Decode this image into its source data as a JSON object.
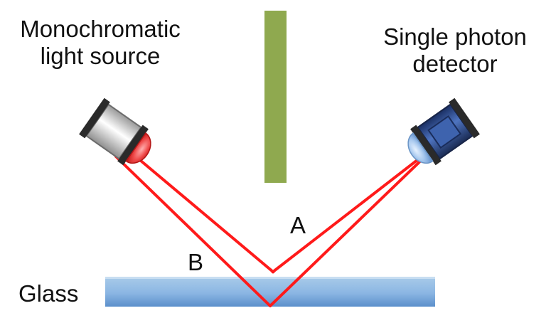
{
  "labels": {
    "source_line1": "Monochromatic",
    "source_line2": "light source",
    "detector_line1": "Single photon",
    "detector_line2": "detector",
    "glass": "Glass",
    "path_a": "A",
    "path_b": "B"
  },
  "colors": {
    "beam": "#ff1a1a",
    "barrier": "#8fa94f",
    "glass_top": "#9ec3e8",
    "glass_bottom": "#5f91cf",
    "source_body": "#d9d9d9",
    "source_lens": "#e83b3b",
    "detector_body": "#274a8f",
    "detector_lens": "#9bc0ea",
    "housing": "#2a2a2a"
  },
  "icons": {
    "source": "light-source-icon",
    "detector": "photon-detector-icon"
  }
}
